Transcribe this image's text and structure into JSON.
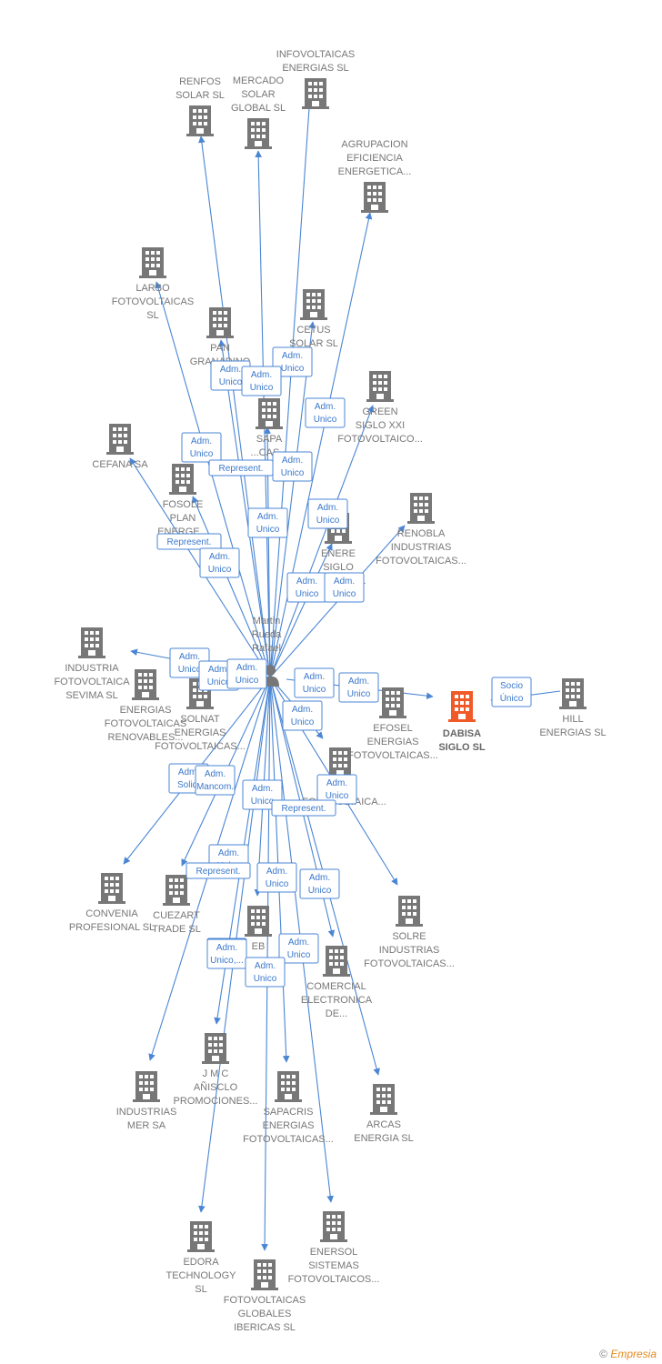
{
  "center": {
    "name": [
      "Martin",
      "Rueda",
      "Rafael"
    ]
  },
  "highlight": {
    "name": [
      "DABISA",
      "SIGLO SL"
    ]
  },
  "companies": [
    {
      "id": "infovoltaicas",
      "lines": [
        "INFOVOLTAICAS",
        "ENERGIAS SL"
      ]
    },
    {
      "id": "renfos",
      "lines": [
        "RENFOS",
        "SOLAR SL"
      ]
    },
    {
      "id": "mercado",
      "lines": [
        "MERCADO",
        "SOLAR",
        "GLOBAL SL"
      ]
    },
    {
      "id": "agrupacion",
      "lines": [
        "AGRUPACION",
        "EFICIENCIA",
        "ENERGETICA..."
      ]
    },
    {
      "id": "larso",
      "lines": [
        "LARSO",
        "FOTOVOLTAICAS",
        "SL"
      ]
    },
    {
      "id": "cetus",
      "lines": [
        "CETUS",
        "SOLAR SL"
      ]
    },
    {
      "id": "pan",
      "lines": [
        "PAN",
        "GRANADINO",
        "SL"
      ]
    },
    {
      "id": "sapa",
      "lines": [
        "SAPA",
        "...CAS..."
      ]
    },
    {
      "id": "green",
      "lines": [
        "GREEN",
        "SIGLO XXI",
        "FOTOVOLTAICO..."
      ]
    },
    {
      "id": "cefana",
      "lines": [
        "CEFANA SA"
      ]
    },
    {
      "id": "fosole",
      "lines": [
        "FOSOLE",
        "PLAN",
        "ENERGE..."
      ]
    },
    {
      "id": "renobla",
      "lines": [
        "RENOBLA",
        "INDUSTRIAS",
        "FOTOVOLTAICAS..."
      ]
    },
    {
      "id": "enere",
      "lines": [
        "ENERE",
        "SIGLO",
        "GLOBAL SL"
      ]
    },
    {
      "id": "sevima",
      "lines": [
        "INDUSTRIA",
        "FOTOVOLTAICA",
        "SEVIMA SL"
      ]
    },
    {
      "id": "energias-fv",
      "lines": [
        "ENERGIAS",
        "FOTOVOLTAICAS",
        "RENOVABLES..."
      ]
    },
    {
      "id": "solnat",
      "lines": [
        "SOLNAT",
        "ENERGIAS",
        "FOTOVOLTAICAS..."
      ]
    },
    {
      "id": "efosel",
      "lines": [
        "EFOSEL",
        "ENERGIAS",
        "FOTOVOLTAICAS..."
      ]
    },
    {
      "id": "hill",
      "lines": [
        "HILL",
        "ENERGIAS SL"
      ]
    },
    {
      "id": "global-fv",
      "lines": [
        "...AL",
        "...FOTOVOLTAICA..."
      ]
    },
    {
      "id": "convenia",
      "lines": [
        "CONVENIA",
        "PROFESIONAL SL"
      ]
    },
    {
      "id": "cuezart",
      "lines": [
        "CUEZART",
        "TRADE SL"
      ]
    },
    {
      "id": "eb",
      "lines": [
        "EB"
      ]
    },
    {
      "id": "solre",
      "lines": [
        "SOLRE",
        "INDUSTRIAS",
        "FOTOVOLTAICAS..."
      ]
    },
    {
      "id": "comercial",
      "lines": [
        "COMERCIAL",
        "ELECTRONICA",
        "DE..."
      ]
    },
    {
      "id": "jmc",
      "lines": [
        "J M C",
        "AÑISCLO",
        "PROMOCIONES..."
      ]
    },
    {
      "id": "industrias-mer",
      "lines": [
        "INDUSTRIAS",
        "MER SA"
      ]
    },
    {
      "id": "sapacris",
      "lines": [
        "SAPACRIS",
        "ENERGIAS",
        "FOTOVOLTAICAS..."
      ]
    },
    {
      "id": "arcas",
      "lines": [
        "ARCAS",
        "ENERGIA SL"
      ]
    },
    {
      "id": "edora",
      "lines": [
        "EDORA",
        "TECHNOLOGY",
        "SL"
      ]
    },
    {
      "id": "enersol",
      "lines": [
        "ENERSOL",
        "SISTEMAS",
        "FOTOVOLTAICOS..."
      ]
    },
    {
      "id": "fv-globales",
      "lines": [
        "FOTOVOLTAICAS",
        "GLOBALES",
        "IBERICAS SL"
      ]
    }
  ],
  "relations": [
    [
      "Adm.",
      "Unico"
    ],
    [
      "Adm.",
      "Unico"
    ],
    [
      "Adm.",
      "Unico"
    ],
    [
      "Adm.",
      "Unico"
    ],
    [
      "Adm.",
      "Unico"
    ],
    [
      "Represent."
    ],
    [
      "Adm.",
      "Unico"
    ],
    [
      "Adm.",
      "Unico"
    ],
    [
      "Adm.",
      "Unico"
    ],
    [
      "Represent."
    ],
    [
      "Adm.",
      "Unico"
    ],
    [
      "Adm.",
      "Unico"
    ],
    [
      "Adm.",
      "Unico"
    ],
    [
      "Adm.",
      "Unico"
    ],
    [
      "Adm.",
      "Unico"
    ],
    [
      "Adm.",
      "Unico"
    ],
    [
      "Adm.",
      "Unico"
    ],
    [
      "Adm.",
      "Unico"
    ],
    [
      "Adm.",
      "Unico"
    ],
    [
      "Adm.",
      "Unico"
    ],
    [
      "Adm.",
      "Solid."
    ],
    [
      "Adm.",
      "Mancom."
    ],
    [
      "Adm.",
      "Unico"
    ],
    [
      "Represent."
    ],
    [
      "Adm.",
      "Unico"
    ],
    [
      "Represent."
    ],
    [
      "Adm.",
      "Unico"
    ],
    [
      "Adm.",
      "Unico"
    ],
    [
      "Adm.",
      "Unico,..."
    ],
    [
      "Adm.",
      "Unico,..."
    ],
    [
      "Adm.",
      "Unico"
    ],
    [
      "Adm.",
      "Unico"
    ],
    [
      "Socio",
      "Único"
    ]
  ],
  "footer": {
    "copyright": "©",
    "brand": "Empresia"
  },
  "colors": {
    "edge": "#4a86d4",
    "building": "#777777",
    "highlight": "#f05a28"
  }
}
